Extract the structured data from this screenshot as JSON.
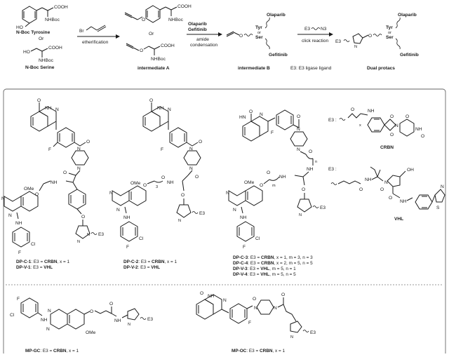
{
  "scheme": {
    "start_tyrosine_cooh": "COOH",
    "start_tyrosine_nhboc": "NHBoc",
    "start_tyrosine_ho": "HO",
    "start_tyrosine_name": "N-Boc Tyrosine",
    "or_1": "Or",
    "start_serine_cooh": "COOH",
    "start_serine_nhboc": "NHBoc",
    "start_serine_ho": "HO",
    "start_serine_name": "N-Boc Serine",
    "reagent_br": "Br",
    "step1_label": "etherification",
    "inter_a_cooh": "COOH",
    "inter_a_nhboc": "NHBoc",
    "or_2": "Or",
    "inter_a2_cooh": "COOH",
    "inter_a2_nhboc": "NHBoc",
    "inter_a_name": "intermediate A",
    "step2_reagent1": "Olaparib",
    "step2_reagent2": "Gefitinib",
    "step2_label1": "amide",
    "step2_label2": "condensation",
    "inter_b_olaparib": "Olaparib",
    "inter_b_tyr": "Tyr",
    "inter_b_or": "or",
    "inter_b_ser": "Ser",
    "inter_b_gefitinib": "Gefitinib",
    "inter_b_name": "intermediate B",
    "step3_reagent_e3": "E3",
    "step3_reagent_n3": "N3",
    "step3_label": "click reaction",
    "e3_legend": "E3: E3 ligase ligand",
    "dual_e3": "E3",
    "dual_tyr": "Tyr",
    "dual_or": "or",
    "dual_ser": "Ser",
    "dual_olaparib": "Olaparib",
    "dual_gefitinib": "Gefitinib",
    "dual_name": "Dual protacs"
  },
  "panel": {
    "atoms": {
      "o": "O",
      "nh": "NH",
      "n": "N",
      "hn": "HN",
      "f": "F",
      "cl": "Cl",
      "ome": "OMe",
      "e3": "E3",
      "oh": "OH",
      "s": "S",
      "x": "x",
      "m": "m",
      "n_sub": "n",
      "three": "3",
      "e3_prefix": "E3 :"
    },
    "crbn_name": "CRBN",
    "vhl_name": "VHL",
    "captions": {
      "c1_line1_id": "DP-C-1",
      "c1_line1_rest": ": E3 = ",
      "c1_line1_lig": "CRBN",
      "c1_line1_tail": ", x = 1",
      "c1_line2_id": "DP-V-1",
      "c1_line2_rest": ": E3 = ",
      "c1_line2_lig": "VHL",
      "c2_line1_id": "DP-C-2",
      "c2_line1_rest": ": E3 = ",
      "c2_line1_lig": "CRBN",
      "c2_line1_tail": ", x = 1",
      "c2_line2_id": "DP-V-2",
      "c2_line2_rest": ": E3 = ",
      "c2_line2_lig": "VHL",
      "c3_line1_id": "DP-C-3",
      "c3_line1_rest": ": E3 = ",
      "c3_line1_lig": "CRBN",
      "c3_line1_tail": ", x = 1, m = 3, n = 3",
      "c3_line2_id": "DP-C-4",
      "c3_line2_rest": ": E3 = ",
      "c3_line2_lig": "CRBN",
      "c3_line2_tail": ", x = 2, m = 5, n = 5",
      "c3_line3_id": "DP-V-3",
      "c3_line3_rest": ": E3 = ",
      "c3_line3_lig": "VHL",
      "c3_line3_tail": ", m = 5, n = 1",
      "c3_line4_id": "DP-V-4",
      "c3_line4_rest": ": E3 = ",
      "c3_line4_lig": "VHL",
      "c3_line4_tail": ", m = 5, n = 5",
      "mp_gc_id": "MP-GC",
      "mp_gc_rest": ": E3 = ",
      "mp_gc_lig": "CRBN",
      "mp_gc_tail": ", x = 1",
      "mp_oc_id": "MP-OC",
      "mp_oc_rest": ": E3 = ",
      "mp_oc_lig": "CRBN",
      "mp_oc_tail": ", x = 1"
    }
  }
}
